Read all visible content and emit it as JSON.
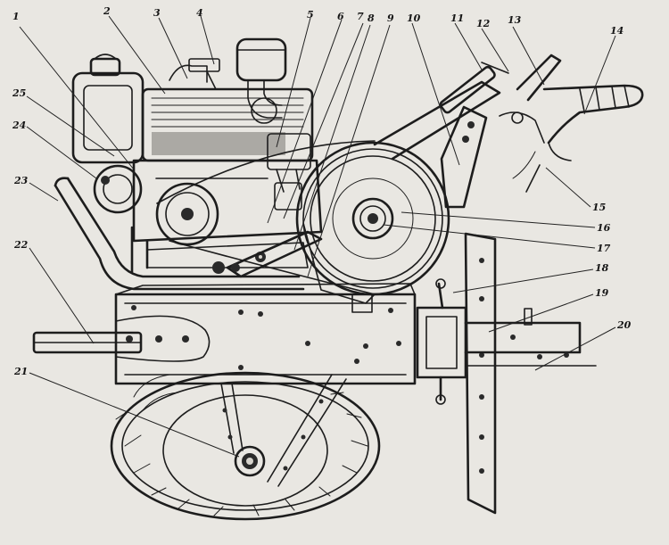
{
  "callouts": [
    {
      "text": "1"
    },
    {
      "text": "2"
    },
    {
      "text": "3"
    },
    {
      "text": "4"
    },
    {
      "text": "5"
    },
    {
      "text": "6"
    },
    {
      "text": "7"
    },
    {
      "text": "8"
    },
    {
      "text": "9"
    },
    {
      "text": "10"
    },
    {
      "text": "11"
    },
    {
      "text": "12"
    },
    {
      "text": "13"
    },
    {
      "text": "14"
    },
    {
      "text": "15"
    },
    {
      "text": "16"
    },
    {
      "text": "17"
    },
    {
      "text": "18"
    },
    {
      "text": "19"
    },
    {
      "text": "20"
    },
    {
      "text": "21"
    },
    {
      "text": "22"
    },
    {
      "text": "23"
    },
    {
      "text": "24"
    },
    {
      "text": "25"
    }
  ],
  "colors": {
    "paper": "#e9e7e2",
    "ink": "#1d1d1d"
  }
}
